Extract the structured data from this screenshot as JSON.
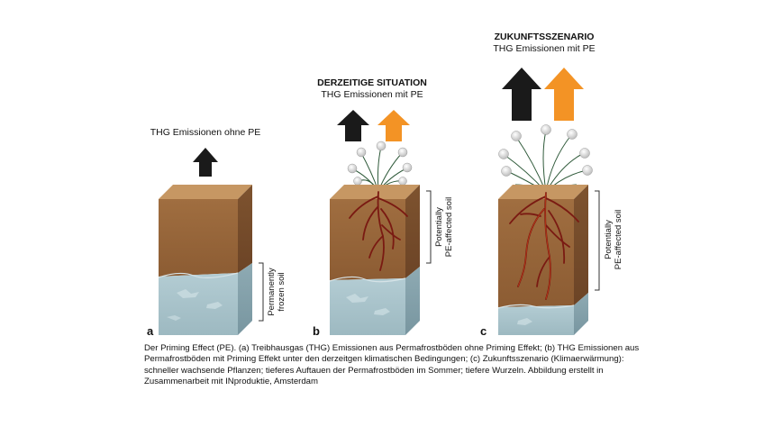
{
  "panels": [
    {
      "letter": "a",
      "header_bold": "",
      "header_sub": "THG Emissionen ohne PE",
      "side_label_1": "Permanently",
      "side_label_2": "frozen soil"
    },
    {
      "letter": "b",
      "header_bold": "DERZEITIGE SITUATION",
      "header_sub": "THG Emissionen mit PE",
      "side_label_1": "Potentially",
      "side_label_2": "PE-affected soil"
    },
    {
      "letter": "c",
      "header_bold": "ZUKUNFTSSZENARIO",
      "header_sub": "THG Emissionen mit PE",
      "side_label_1": "Potentially",
      "side_label_2": "PE-affected soil"
    }
  ],
  "caption": "Der Priming Effect (PE). (a) Treibhausgas (THG) Emissionen aus Permafrostböden ohne Priming Effekt; (b) THG Emissionen aus Permafrostböden mit Priming Effekt unter den derzeitgen klimatischen Bedingungen; (c) Zukunftsszenario (Klimaerwärmung): schneller wachsende Pflanzen; tieferes Auftauen der Permafrostböden im Sommer; tiefere Wurzeln. Abbildung erstellt in Zusammenarbeit mit INproduktie, Amsterdam",
  "colors": {
    "soil_front": "#9a6a3e",
    "soil_side": "#7a4f2c",
    "soil_top": "#b78858",
    "frozen_front": "#a9c3cb",
    "frozen_side": "#86a4ad",
    "arrow_black": "#1a1a1a",
    "arrow_orange": "#f39325",
    "root": "#7a1a12"
  }
}
